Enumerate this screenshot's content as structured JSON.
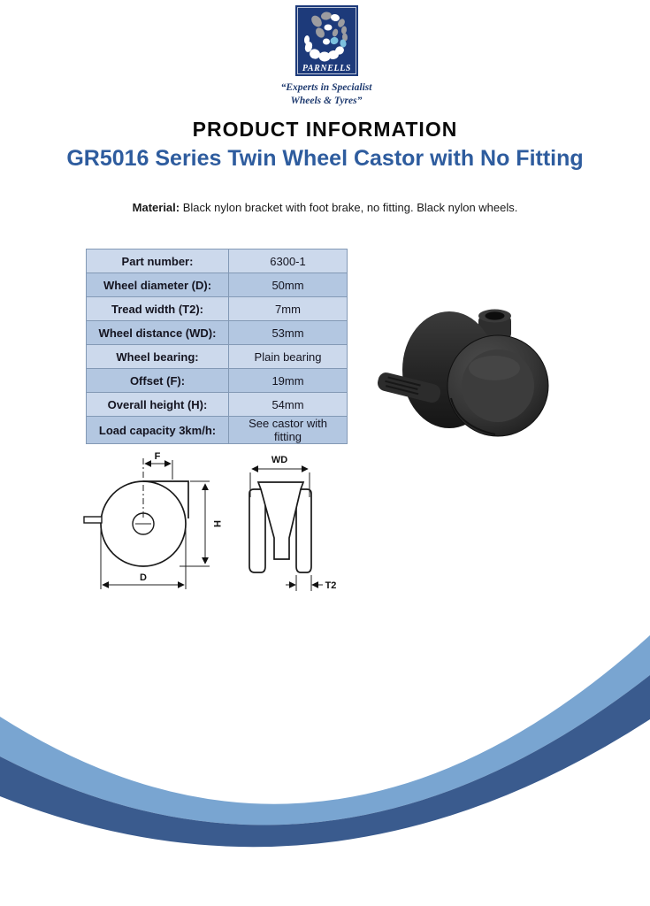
{
  "logo": {
    "name": "PARNELLS",
    "tagline_line1": "“Experts in Specialist",
    "tagline_line2": "Wheels & Tyres”",
    "colors": {
      "navy": "#1d3a7a",
      "oval_gray": "#9c9ca0",
      "oval_white": "#ffffff",
      "oval_blue": "#7cc0de"
    }
  },
  "header": {
    "section_title": "PRODUCT INFORMATION",
    "product_title": "GR5016 Series Twin Wheel Castor with No Fitting",
    "title_color": "#2e5c9e",
    "material_label": "Material:",
    "material_text": " Black nylon bracket with foot brake, no fitting. Black nylon wheels."
  },
  "spec_table": {
    "rows": [
      {
        "label": "Part number:",
        "value": "6300-1"
      },
      {
        "label": "Wheel diameter (D):",
        "value": "50mm"
      },
      {
        "label": "Tread width (T2):",
        "value": "7mm"
      },
      {
        "label": "Wheel distance (WD):",
        "value": "53mm"
      },
      {
        "label": "Wheel bearing:",
        "value": "Plain bearing"
      },
      {
        "label": "Offset (F):",
        "value": "19mm"
      },
      {
        "label": "Overall height (H):",
        "value": "54mm"
      },
      {
        "label": "Load capacity 3km/h:",
        "value": "See castor with fitting"
      }
    ],
    "row_color_light": "#ccd9ec",
    "row_color_dark": "#b3c7e1",
    "border_color": "#8399b5"
  },
  "diagram": {
    "labels": {
      "offset": "F",
      "height": "H",
      "diameter": "D",
      "wheel_distance": "WD",
      "tread_width": "T2"
    }
  },
  "footer": {
    "swoosh_light": "#79a5d1",
    "swoosh_dark": "#3a5b8e"
  }
}
